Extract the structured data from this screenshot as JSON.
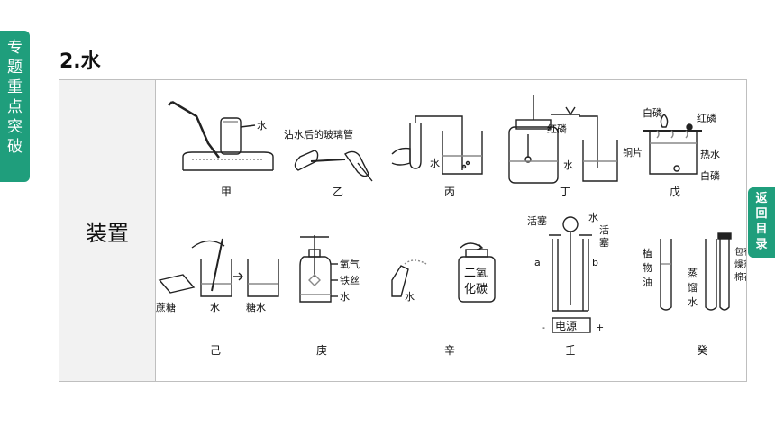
{
  "sidebar": {
    "chars": [
      "专",
      "题",
      "重",
      "点",
      "突",
      "破"
    ]
  },
  "back_tab": {
    "chars": [
      "返",
      "回",
      "目",
      "录"
    ]
  },
  "section_title": "2.水",
  "table": {
    "row_label": "装置"
  },
  "figures": {
    "jia": {
      "caption": "甲",
      "label_water": "水"
    },
    "yi": {
      "caption": "乙",
      "label": "沾水后的玻璃管"
    },
    "bing": {
      "caption": "丙",
      "label_water": "水"
    },
    "ding": {
      "caption": "丁",
      "label_red_p": "红磷",
      "label_water": "水"
    },
    "wu": {
      "caption": "戊",
      "label_white_p": "白磷",
      "label_red_p": "红磷",
      "label_copper": "铜片",
      "label_hot_water": "热水",
      "label_white_p2": "白磷"
    },
    "ji": {
      "caption": "己",
      "label_sugar": "蔗糖",
      "label_water": "水",
      "label_sugar_water": "糖水"
    },
    "geng": {
      "caption": "庚",
      "label_oxygen": "氧气",
      "label_iron": "铁丝",
      "label_water": "水"
    },
    "xin": {
      "caption": "辛",
      "label_water": "水",
      "label_co2_1": "二氧",
      "label_co2_2": "化碳"
    },
    "ren": {
      "caption": "壬",
      "label_valve_l": "活塞",
      "label_water": "水",
      "label_valve_r1": "活",
      "label_valve_r2": "塞",
      "label_a": "a",
      "label_b": "b",
      "label_power": "电源",
      "label_minus": "-",
      "label_plus": "+"
    },
    "gui": {
      "caption": "癸",
      "label_oil": [
        "植",
        "物",
        "油"
      ],
      "label_dist": [
        "蒸",
        "馏",
        "水"
      ],
      "label_cotton": [
        "包有干",
        "燥剂的",
        "棉花"
      ]
    }
  }
}
